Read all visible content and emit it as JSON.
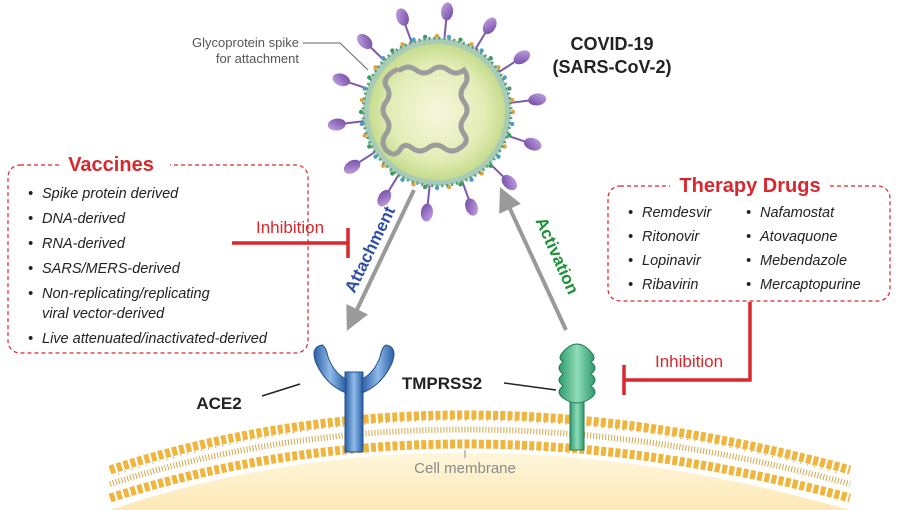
{
  "virus": {
    "title_line1": "COVID-19",
    "title_line2": "(SARS-CoV-2)",
    "spike_label_line1": "Glycoprotein spike",
    "spike_label_line2": "for attachment"
  },
  "vaccines": {
    "title": "Vaccines",
    "items": [
      "Spike protein derived",
      "DNA-derived",
      "RNA-derived",
      "SARS/MERS-derived",
      "Non-replicating/replicating",
      "viral vector-derived",
      "Live attenuated/inactivated-derived"
    ]
  },
  "therapy": {
    "title": "Therapy Drugs",
    "col1": [
      "Remdesvir",
      "Ritonovir",
      "Lopinavir",
      "Ribavirin"
    ],
    "col2": [
      "Nafamostat",
      "Atovaquone",
      "Mebendazole",
      "Mercaptopurine"
    ]
  },
  "arrows": {
    "attachment": "Attachment",
    "activation": "Activation",
    "inhibition_left": "Inhibition",
    "inhibition_right": "Inhibition"
  },
  "receptors": {
    "ace2": "ACE2",
    "tmprss2": "TMPRSS2"
  },
  "membrane": {
    "label": "Cell membrane"
  },
  "colors": {
    "red": "#d9272e",
    "blue": "#2e4fa3",
    "green": "#1e8f3a",
    "arrow_gray": "#9a9a9a",
    "spike_purple": "#8a5fb5",
    "tmprss2_green": "#4db88a",
    "ace2_blue": "#3f79c2",
    "membrane_head": "#f0b53c"
  }
}
